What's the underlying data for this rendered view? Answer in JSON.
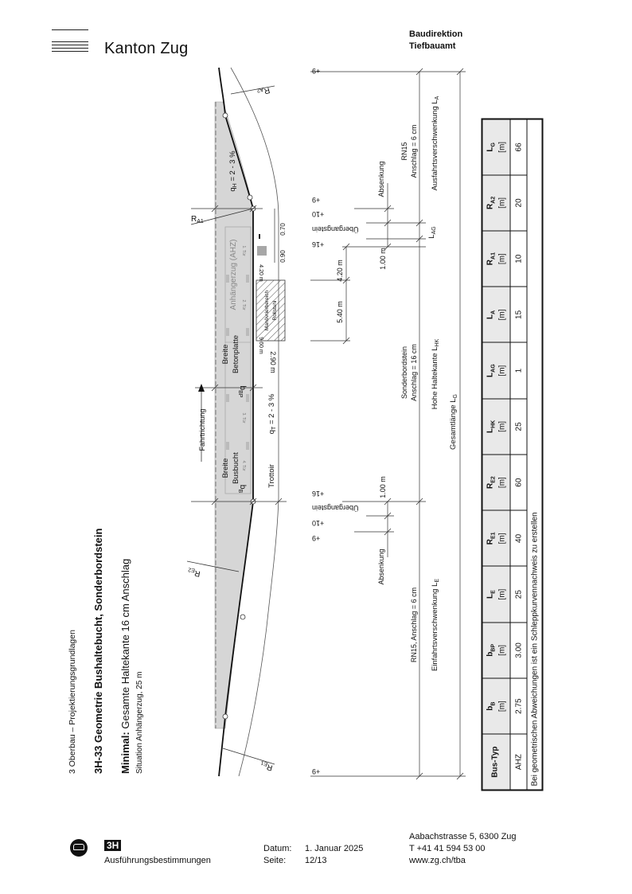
{
  "header": {
    "logo_text": "Kanton Zug",
    "dept_line1": "Baudirektion",
    "dept_line2": "Tiefbauamt"
  },
  "titles": {
    "chapter": "3 Oberbau – Projektierungsgrundlagen",
    "title": "3H-33 Geometrie Bushaltebucht, Sonderbordstein",
    "subtitle_bold": "Minimal:",
    "subtitle_rest": " Gesamte Haltekante 16 cm Anschlag",
    "situation": "Situation Anhängerzug, 25 m"
  },
  "drawing": {
    "elev_9": "+9",
    "elev_10": "+10",
    "elev_16": "+16",
    "uebergangstein": "Übergangstein",
    "absenkung": "Absenkung",
    "rn15": "RN15",
    "anschlag6": "Anschlag = 6 cm",
    "ausfahrt": "Ausfahrtsverschwenkung L",
    "ausfahrt_sub": "A",
    "lag": "L",
    "lag_sub": "AG",
    "d100": "1.00 m",
    "d420": "4.20 m",
    "d540": "5.40 m",
    "sonderbordstein": "Sonderbordstein",
    "anschlag16": "Anschlag = 16 cm",
    "hohe": "Hohe Haltekante L",
    "hohe_sub": "HK",
    "gesamt": "Gesamtlänge L",
    "gesamt_sub": "G",
    "rn15_6": "RN15, Anschlag = 6 cm",
    "einfahrt": "Einfahrtsverschwenkung L",
    "einfahrt_sub": "E",
    "fahrtrichtung": "Fahrtrichtung",
    "breite": "Breite",
    "busbucht": "Busbucht",
    "betonplatte": "Betonplatte",
    "b": "b",
    "b_sub": "B",
    "bbp_sub": "BP",
    "trottoir": "Trottoir",
    "qt": "q",
    "qt_sub": "T",
    "q_rest": " = 2 - 3 %",
    "qh_sub": "H",
    "d290": "2.90 m",
    "d960": "9.60 m",
    "d070": "0.70",
    "d090": "0.90",
    "ahz": "Anhängerzug (AHZ)",
    "manoevrier": "Manövrierbereich",
    "rollstuhl": "Rollstuhl",
    "r": "R",
    "ra1_sub": "A1",
    "ra2_sub": "A2",
    "re1_sub": "E1",
    "re2_sub": "E2",
    "tuer1": "1. Tür",
    "tuer2": "2. Tür",
    "tuer3": "3. Tür",
    "tuer4": "4. Tür"
  },
  "table": {
    "headers": [
      {
        "label": "Bus-Typ",
        "sub": "",
        "unit": ""
      },
      {
        "label": "b",
        "sub": "B",
        "unit": "[m]"
      },
      {
        "label": "b",
        "sub": "BP",
        "unit": "[m]"
      },
      {
        "label": "L",
        "sub": "E",
        "unit": "[m]"
      },
      {
        "label": "R",
        "sub": "E1",
        "unit": "[m]"
      },
      {
        "label": "R",
        "sub": "E2",
        "unit": "[m]"
      },
      {
        "label": "L",
        "sub": "HK",
        "unit": "[m]"
      },
      {
        "label": "L",
        "sub": "AG",
        "unit": "[m]"
      },
      {
        "label": "L",
        "sub": "A",
        "unit": "[m]"
      },
      {
        "label": "R",
        "sub": "A1",
        "unit": "[m]"
      },
      {
        "label": "R",
        "sub": "A2",
        "unit": "[m]"
      },
      {
        "label": "L",
        "sub": "G",
        "unit": "[m]"
      }
    ],
    "rows": [
      [
        "AHZ",
        "2.75",
        "3.00",
        "25",
        "40",
        "60",
        "25",
        "1",
        "15",
        "10",
        "20",
        "66"
      ]
    ],
    "note": "Bei geometrischen Abweichungen ist ein Schleppkurvennachweis zu erstellen"
  },
  "footer": {
    "badge": "3H",
    "section": "Ausführungsbestimmungen",
    "date_label": "Datum:",
    "date_value": "1. Januar 2025",
    "page_label": "Seite:",
    "page_value": "12/13",
    "address": "Aabachstrasse 5, 6300 Zug",
    "phone": "T +41 41 594 53 00",
    "web": "www.zg.ch/tba"
  }
}
